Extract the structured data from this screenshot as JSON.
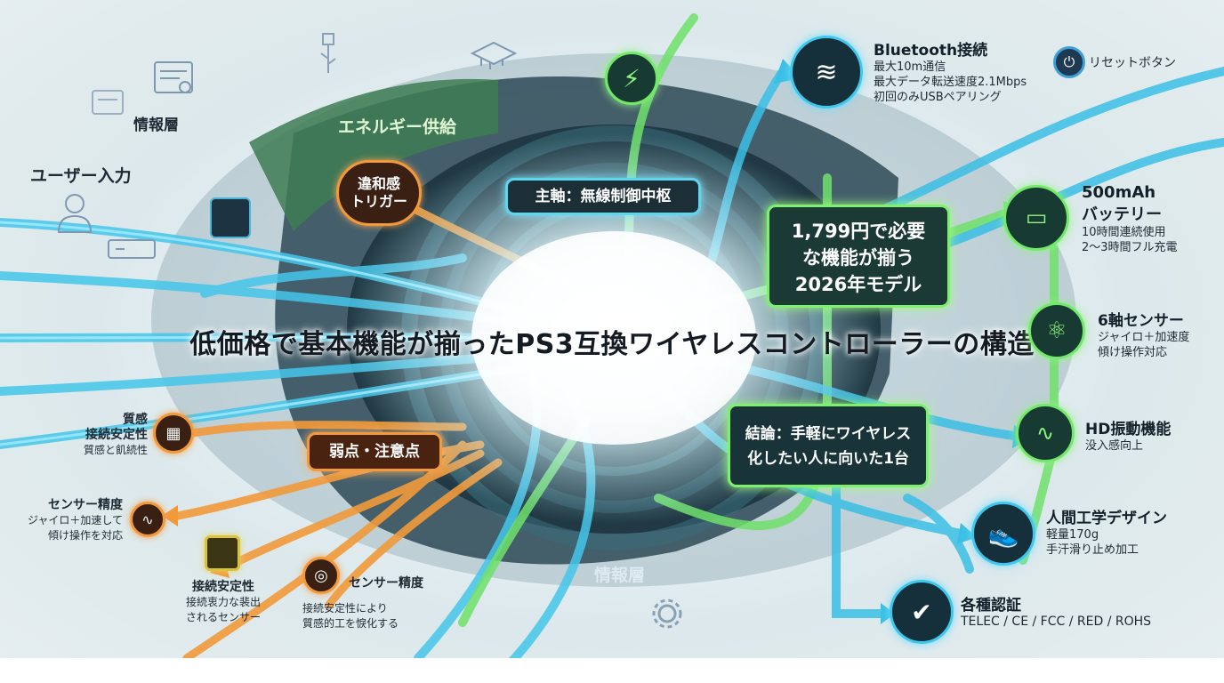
{
  "title": "低価格で基本機能が揃ったPS3互換ワイヤレスコントローラーの構造",
  "layers": {
    "info_top": "情報層",
    "user_input": "ユーザー入力",
    "energy": "エネルギー供給",
    "info_bottom": "情報層"
  },
  "center_box": "主軸：無線制御中枢",
  "price_box": [
    "1,799円で必要",
    "な機能が揃う",
    "2026年モデル"
  ],
  "conclusion_box": [
    "結論：手軽にワイヤレス",
    "化したい人に向いた1台"
  ],
  "discomfort": [
    "違和感",
    "トリガー"
  ],
  "weakness": "弱点・注意点",
  "features": {
    "bluetooth": {
      "title": "Bluetooth接続",
      "lines": [
        "最大10m通信",
        "最大データ転送速度2.1Mbps",
        "初回のみUSBペアリング"
      ]
    },
    "reset": {
      "title": "リセットボタン"
    },
    "battery": {
      "title": [
        "500mAh",
        "バッテリー"
      ],
      "lines": [
        "10時間連続使用",
        "2〜3時間フル充電"
      ]
    },
    "sensor6": {
      "title": "6軸センサー",
      "lines": [
        "ジャイロ＋加速度",
        "傾け操作対応"
      ]
    },
    "hd_vibe": {
      "title": "HD振動機能",
      "lines": [
        "没入感向上"
      ]
    },
    "ergo": {
      "title": "人間工学デザイン",
      "lines": [
        "軽量170g",
        "手汗滑り止め加工"
      ]
    },
    "cert": {
      "title": "各種認証",
      "lines": [
        "TELEC / CE / FCC / RED / ROHS"
      ]
    }
  },
  "weak_points": {
    "quality": {
      "title": [
        "質感",
        "接続安定性"
      ],
      "sub": "質感と飢続性"
    },
    "sensor_acc": {
      "title": "センサー精度",
      "lines": [
        "ジャイロ＋加速して",
        "傾け操作を対応"
      ]
    },
    "conn": {
      "title": "接続安定性",
      "lines": [
        "接続衷力な裴出",
        "されるセンサー"
      ]
    },
    "sensor_acc2": {
      "title": "センサー精度",
      "lines": [
        "接続安定性により",
        "質感的工を悷化する"
      ]
    }
  },
  "colors": {
    "cyan": "#3fc8ee",
    "green": "#74e86a",
    "orange": "#f29a3a",
    "navy": "#1c2f36"
  }
}
